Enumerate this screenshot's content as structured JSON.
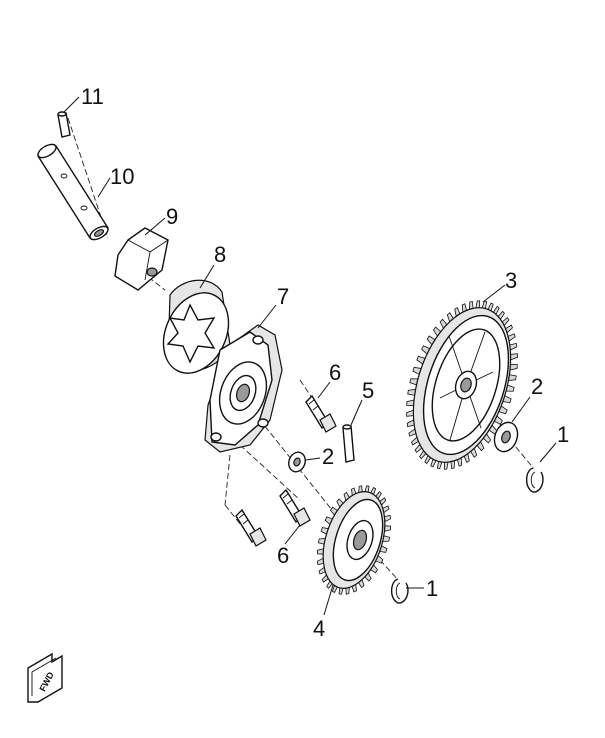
{
  "callouts": {
    "c11": "11",
    "c10": "10",
    "c9": "9",
    "c8": "8",
    "c7": "7",
    "c6a": "6",
    "c6b": "6",
    "c5": "5",
    "c3": "3",
    "c2a": "2",
    "c2b": "2",
    "c1a": "1",
    "c1b": "1",
    "c4": "4"
  },
  "corner_badge": "FWD"
}
